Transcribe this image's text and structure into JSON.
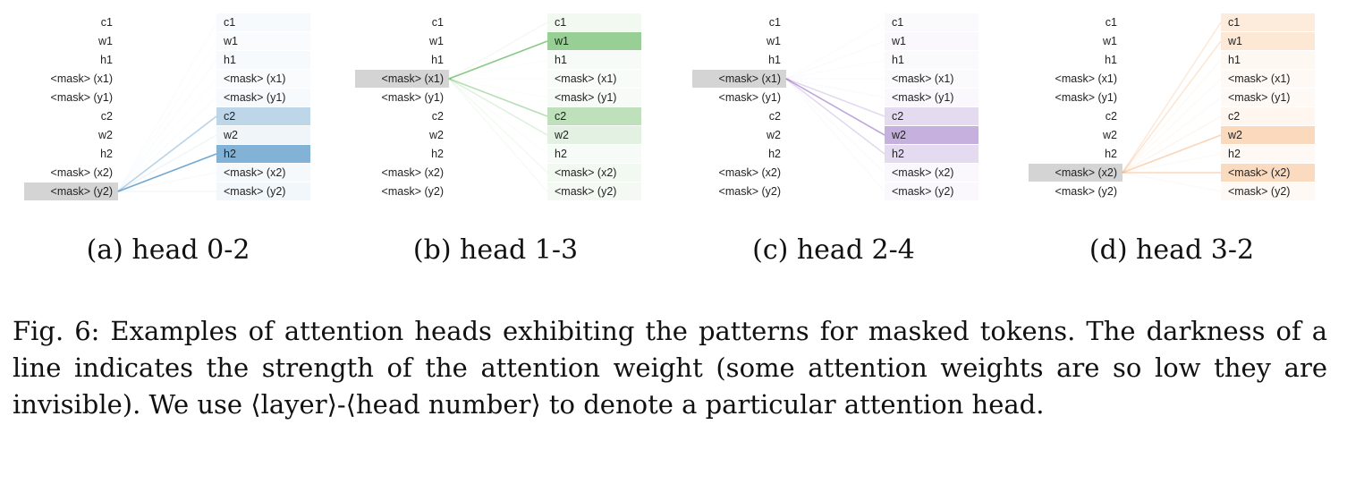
{
  "tokens": [
    "c1",
    "w1",
    "h1",
    "<mask> (x1)",
    "<mask> (y1)",
    "c2",
    "w2",
    "h2",
    "<mask> (x2)",
    "<mask> (y2)"
  ],
  "panels": [
    {
      "subcaption": "(a) head 0-2",
      "color": "#5b9ac9",
      "query_index": 9,
      "weights": [
        0.03,
        0.02,
        0.03,
        0.02,
        0.03,
        0.4,
        0.08,
        0.78,
        0.04,
        0.06
      ]
    },
    {
      "subcaption": "(b) head 1-3",
      "color": "#55b04f",
      "query_index": 3,
      "weights": [
        0.06,
        0.62,
        0.03,
        0.02,
        0.03,
        0.38,
        0.16,
        0.03,
        0.06,
        0.05
      ]
    },
    {
      "subcaption": "(c) head 2-4",
      "color": "#8b61bd",
      "query_index": 3,
      "weights": [
        0.02,
        0.03,
        0.02,
        0.02,
        0.03,
        0.22,
        0.5,
        0.22,
        0.03,
        0.03
      ]
    },
    {
      "subcaption": "(d) head 3-2",
      "color": "#f5a05a",
      "query_index": 8,
      "weights": [
        0.2,
        0.24,
        0.06,
        0.05,
        0.05,
        0.08,
        0.4,
        0.05,
        0.38,
        0.05
      ]
    }
  ],
  "caption": "Fig. 6: Examples of attention heads exhibiting the patterns for masked tokens. The darkness of a line indicates the strength of the attention weight (some attention weights are so low they are invisible). We use ⟨layer⟩-⟨head number⟩ to denote a particular attention head."
}
